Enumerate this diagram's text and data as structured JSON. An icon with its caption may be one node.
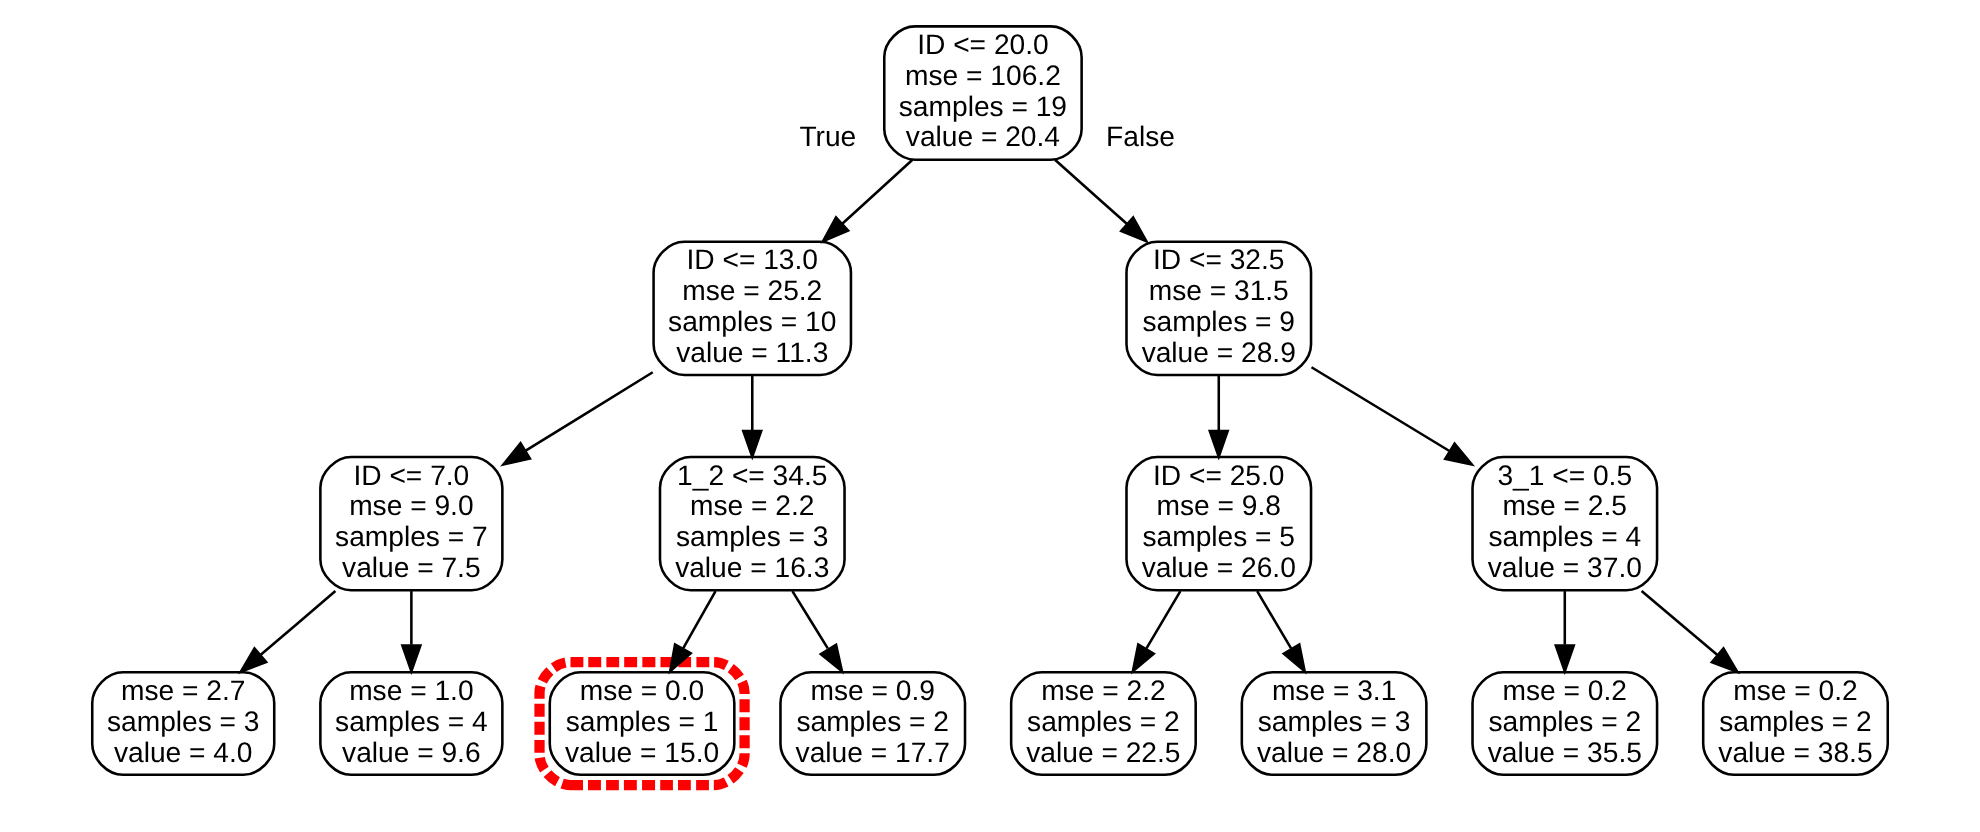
{
  "diagram": {
    "nodes": [
      {
        "text": [
          "ID <= 20.0",
          "mse = 106.2",
          "samples = 19",
          "value = 20.4"
        ]
      },
      {
        "text": [
          "ID <= 13.0",
          "mse = 25.2",
          "samples = 10",
          "value = 11.3"
        ]
      },
      {
        "text": [
          "ID <= 32.5",
          "mse = 31.5",
          "samples = 9",
          "value = 28.9"
        ]
      },
      {
        "text": [
          "ID <= 7.0",
          "mse = 9.0",
          "samples = 7",
          "value = 7.5"
        ]
      },
      {
        "text": [
          "1_2 <= 34.5",
          "mse = 2.2",
          "samples = 3",
          "value = 16.3"
        ]
      },
      {
        "text": [
          "ID <= 25.0",
          "mse = 9.8",
          "samples = 5",
          "value = 26.0"
        ]
      },
      {
        "text": [
          "3_1 <= 0.5",
          "mse = 2.5",
          "samples = 4",
          "value = 37.0"
        ]
      },
      {
        "text": [
          "mse = 2.7",
          "samples = 3",
          "value = 4.0"
        ]
      },
      {
        "text": [
          "mse = 1.0",
          "samples = 4",
          "value = 9.6"
        ]
      },
      {
        "text": [],
        "shape": "box"
      },
      {
        "text": [
          "mse = 0.0",
          "samples = 1",
          "value = 15.0"
        ],
        "in": 9
      },
      {
        "text": [
          "mse = 0.9",
          "samples = 2",
          "value = 17.7"
        ]
      },
      {
        "text": [
          "mse = 2.2",
          "samples = 2",
          "value = 22.5"
        ]
      },
      {
        "text": [
          "mse = 3.1",
          "samples = 3",
          "value = 28.0"
        ]
      },
      {
        "text": [
          "mse = 0.2",
          "samples = 2",
          "value = 35.5"
        ]
      },
      {
        "text": [
          "mse = 0.2",
          "samples = 2",
          "value = 38.5"
        ]
      }
    ],
    "edges": [
      {
        "from": 0,
        "to": 1,
        "arrow": "to",
        "label": "True"
      },
      {
        "from": 0,
        "to": 2,
        "arrow": "to",
        "label": "False"
      },
      {
        "from": 1,
        "to": 3,
        "arrow": "to"
      },
      {
        "from": 1,
        "to": 4,
        "arrow": "to"
      },
      {
        "from": 2,
        "to": 5,
        "arrow": "to"
      },
      {
        "from": 2,
        "to": 6,
        "arrow": "to"
      },
      {
        "from": 3,
        "to": 7,
        "arrow": "to"
      },
      {
        "from": 3,
        "to": 8,
        "arrow": "to"
      },
      {
        "from": 4,
        "to": 10,
        "arrow": "to"
      },
      {
        "from": 4,
        "to": 11,
        "arrow": "to"
      },
      {
        "from": 5,
        "to": 12,
        "arrow": "to"
      },
      {
        "from": 5,
        "to": 13,
        "arrow": "to"
      },
      {
        "from": 6,
        "to": 14,
        "arrow": "to"
      },
      {
        "from": 6,
        "to": 15,
        "arrow": "to"
      }
    ]
  }
}
